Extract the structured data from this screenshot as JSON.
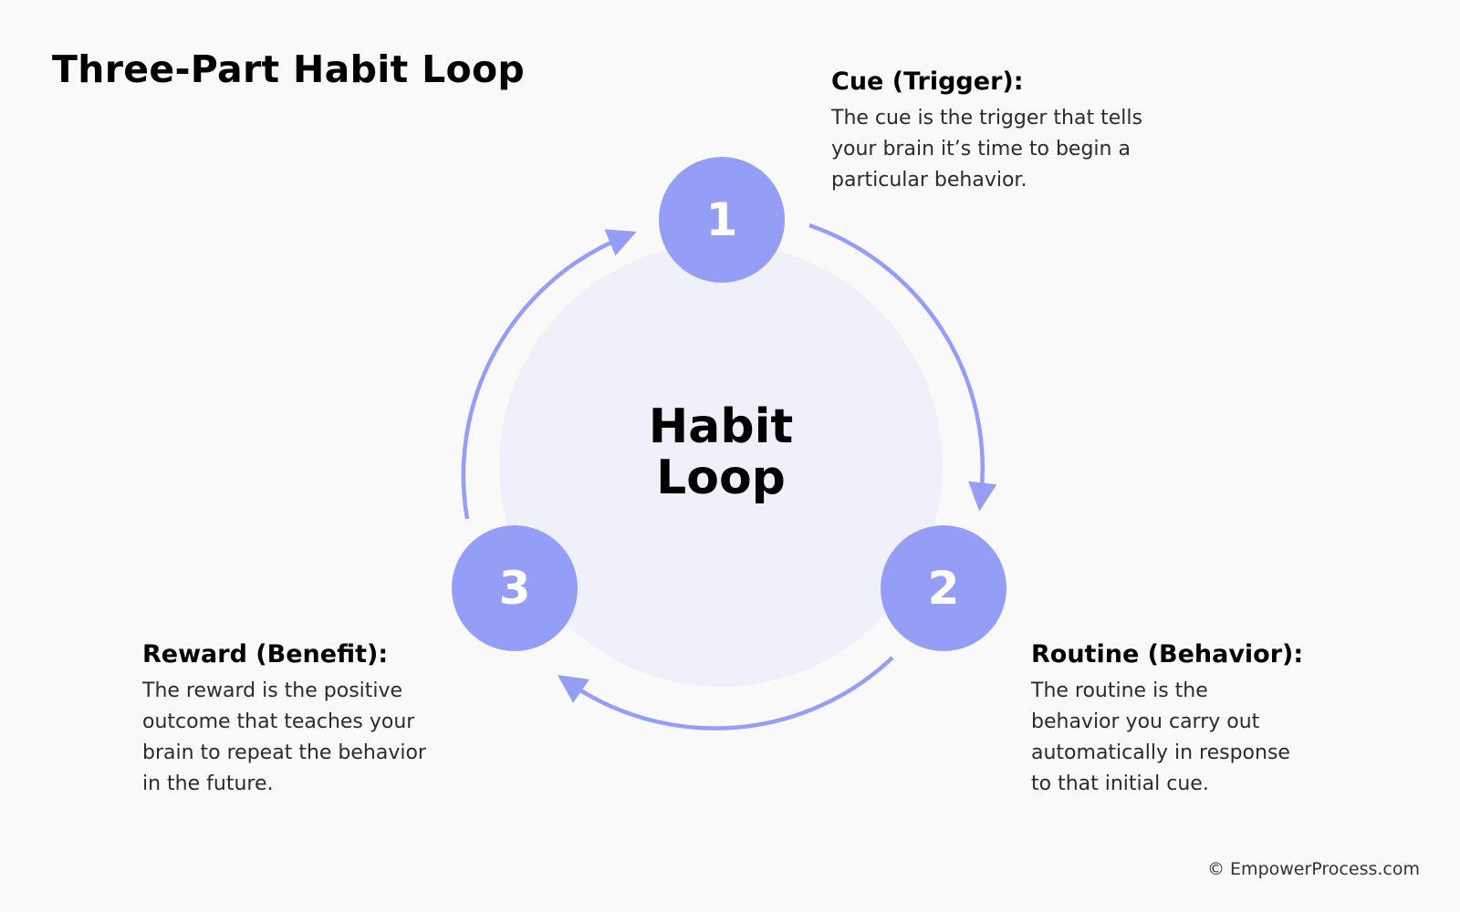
{
  "title": "Three-Part Habit Loop",
  "center": {
    "line1": "Habit",
    "line2": "Loop"
  },
  "colors": {
    "background": "#f9f9f9",
    "center_circle": "#f0f0fa",
    "node_fill": "#959ef7",
    "arrow": "#959ef7",
    "node_text": "#ffffff",
    "title_text": "#000000",
    "body_text": "#2b2b2b"
  },
  "nodes": [
    {
      "number": "1",
      "name": "cue"
    },
    {
      "number": "2",
      "name": "routine"
    },
    {
      "number": "3",
      "name": "reward"
    }
  ],
  "steps": {
    "cue": {
      "title": "Cue (Trigger):",
      "desc_lines": [
        "The cue is the trigger that tells",
        "your brain it’s time to begin a",
        "particular behavior."
      ]
    },
    "routine": {
      "title": "Routine (Behavior):",
      "desc_lines": [
        "The routine is the",
        "behavior you carry out",
        "automatically in response",
        "to that initial cue."
      ]
    },
    "reward": {
      "title": "Reward (Benefit):",
      "desc_lines": [
        "The reward is the positive",
        "outcome that teaches your",
        "brain to repeat the behavior",
        "in the future."
      ]
    }
  },
  "arrows": [
    {
      "from": "1",
      "to": "2",
      "direction": "clockwise"
    },
    {
      "from": "2",
      "to": "3",
      "direction": "clockwise"
    },
    {
      "from": "3",
      "to": "1",
      "direction": "clockwise"
    }
  ],
  "credit": "© EmpowerProcess.com"
}
